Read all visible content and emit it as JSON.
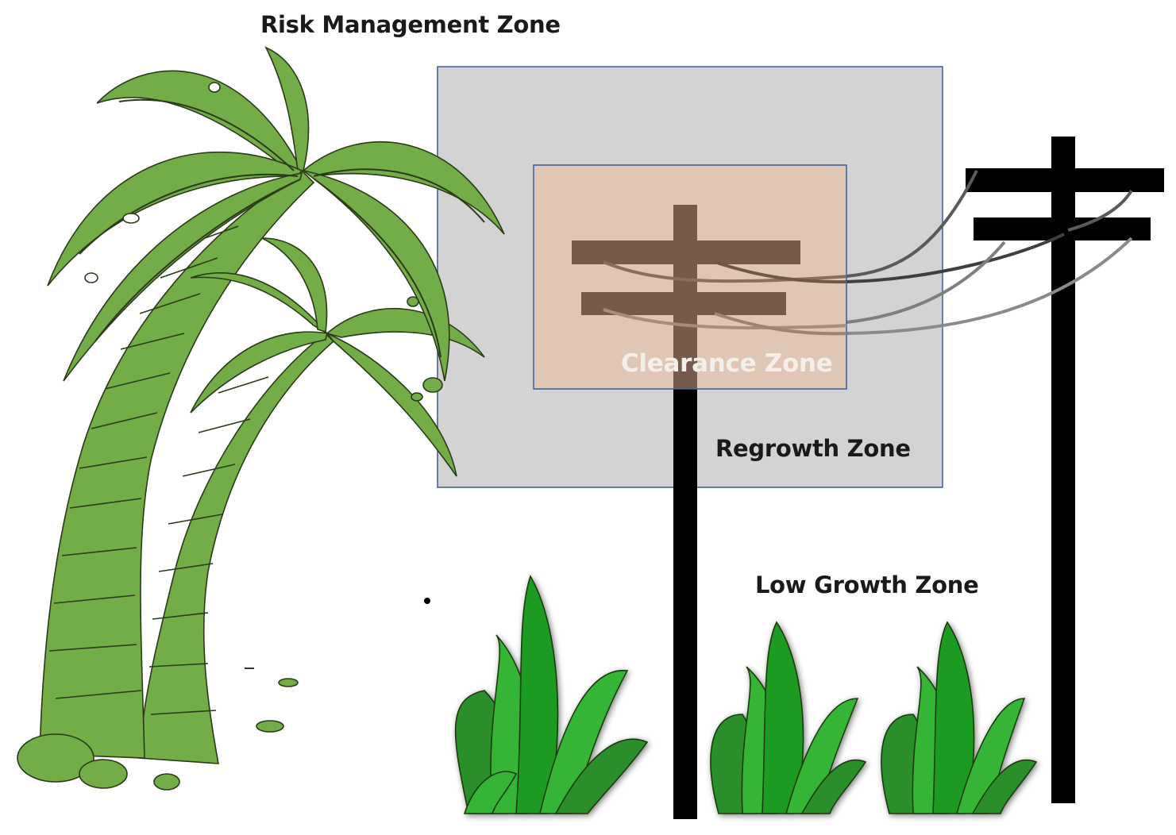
{
  "zones": {
    "risk_management": "Risk Management Zone",
    "clearance": "Clearance Zone",
    "regrowth": "Regrowth Zone",
    "low_growth": "Low Growth Zone"
  },
  "colors": {
    "regrowth_fill": "#d3d3d3",
    "clearance_fill": "#dfc6b5",
    "zone_border": "#3d5a99",
    "palm_green": "#72ad47",
    "grass_green": "#1f9b22",
    "pole_dark": "#000000",
    "pole_faded": "#765a4b"
  },
  "icons": [
    "palm-tree-icon",
    "utility-pole-icon",
    "power-line-icon",
    "grass-shrub-icon"
  ]
}
